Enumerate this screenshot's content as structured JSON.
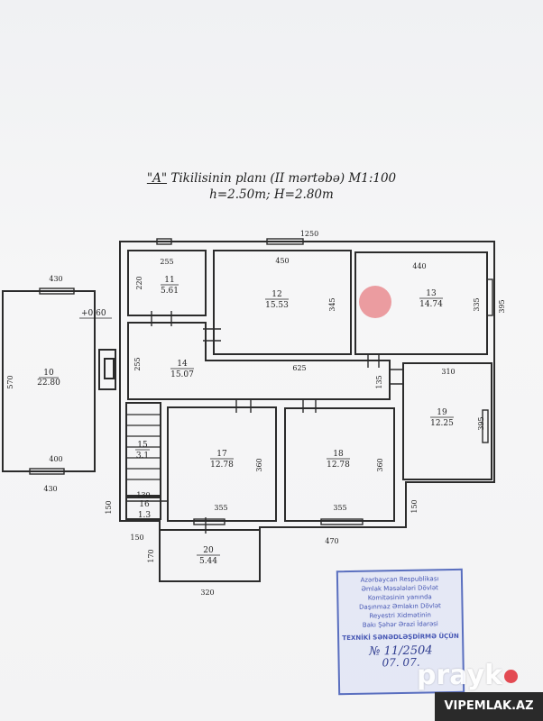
{
  "title": {
    "prefix": "\"A\"",
    "main": " Tikilisinin planı (II mərtəbə) M1:100"
  },
  "subtitle": "h=2.50m; H=2.80m",
  "rooms": [
    {
      "num": "10",
      "area": "22.80"
    },
    {
      "num": "11",
      "area": "5.61"
    },
    {
      "num": "12",
      "area": "15.53"
    },
    {
      "num": "13",
      "area": "14.74"
    },
    {
      "num": "14",
      "area": "15.07"
    },
    {
      "num": "15",
      "area": "3.1"
    },
    {
      "num": "16",
      "area": "1.3"
    },
    {
      "num": "17",
      "area": "12.78"
    },
    {
      "num": "18",
      "area": "12.78"
    },
    {
      "num": "19",
      "area": "12.25"
    },
    {
      "num": "20",
      "area": "5.44"
    }
  ],
  "level_mark": "+0.60",
  "dimensions": {
    "top_total": "1250",
    "d430_top": "430",
    "d255_11": "255",
    "d220": "220",
    "d450": "450",
    "d345": "345",
    "d440": "440",
    "d335": "335",
    "d395_right": "395",
    "d570": "570",
    "d255_14": "255",
    "d625": "625",
    "d135": "135",
    "d310": "310",
    "d395_19": "395",
    "d400": "400",
    "d430_bottom": "430",
    "d360_17": "360",
    "d360_18": "360",
    "d150_left": "150",
    "d130": "130",
    "d355_17": "355",
    "d355_18": "355",
    "d150_right": "150",
    "d150_bottom": "150",
    "d470": "470",
    "d170": "170",
    "d320": "320"
  },
  "stamp": {
    "lines": [
      "Azərbaycan Respublikası",
      "Əmlak Məsələləri Dövlət",
      "Komitəsinin yanında",
      "Daşınmaz Əmlakın Dövlət",
      "Reyestri Xidmətinin",
      "Bakı Şəhər Ərazi İdarəsi"
    ],
    "title": "TEXNİKİ SƏNƏDLƏŞDİRMƏ ÜÇÜN",
    "number": "№ 11/2504",
    "date": "07. 07."
  },
  "watermark": "prayk",
  "site": "VIPEMLAK.AZ",
  "colors": {
    "line": "#2b2b2b",
    "stamp": "#4a5bb8",
    "brand_dot": "#e23c45"
  }
}
